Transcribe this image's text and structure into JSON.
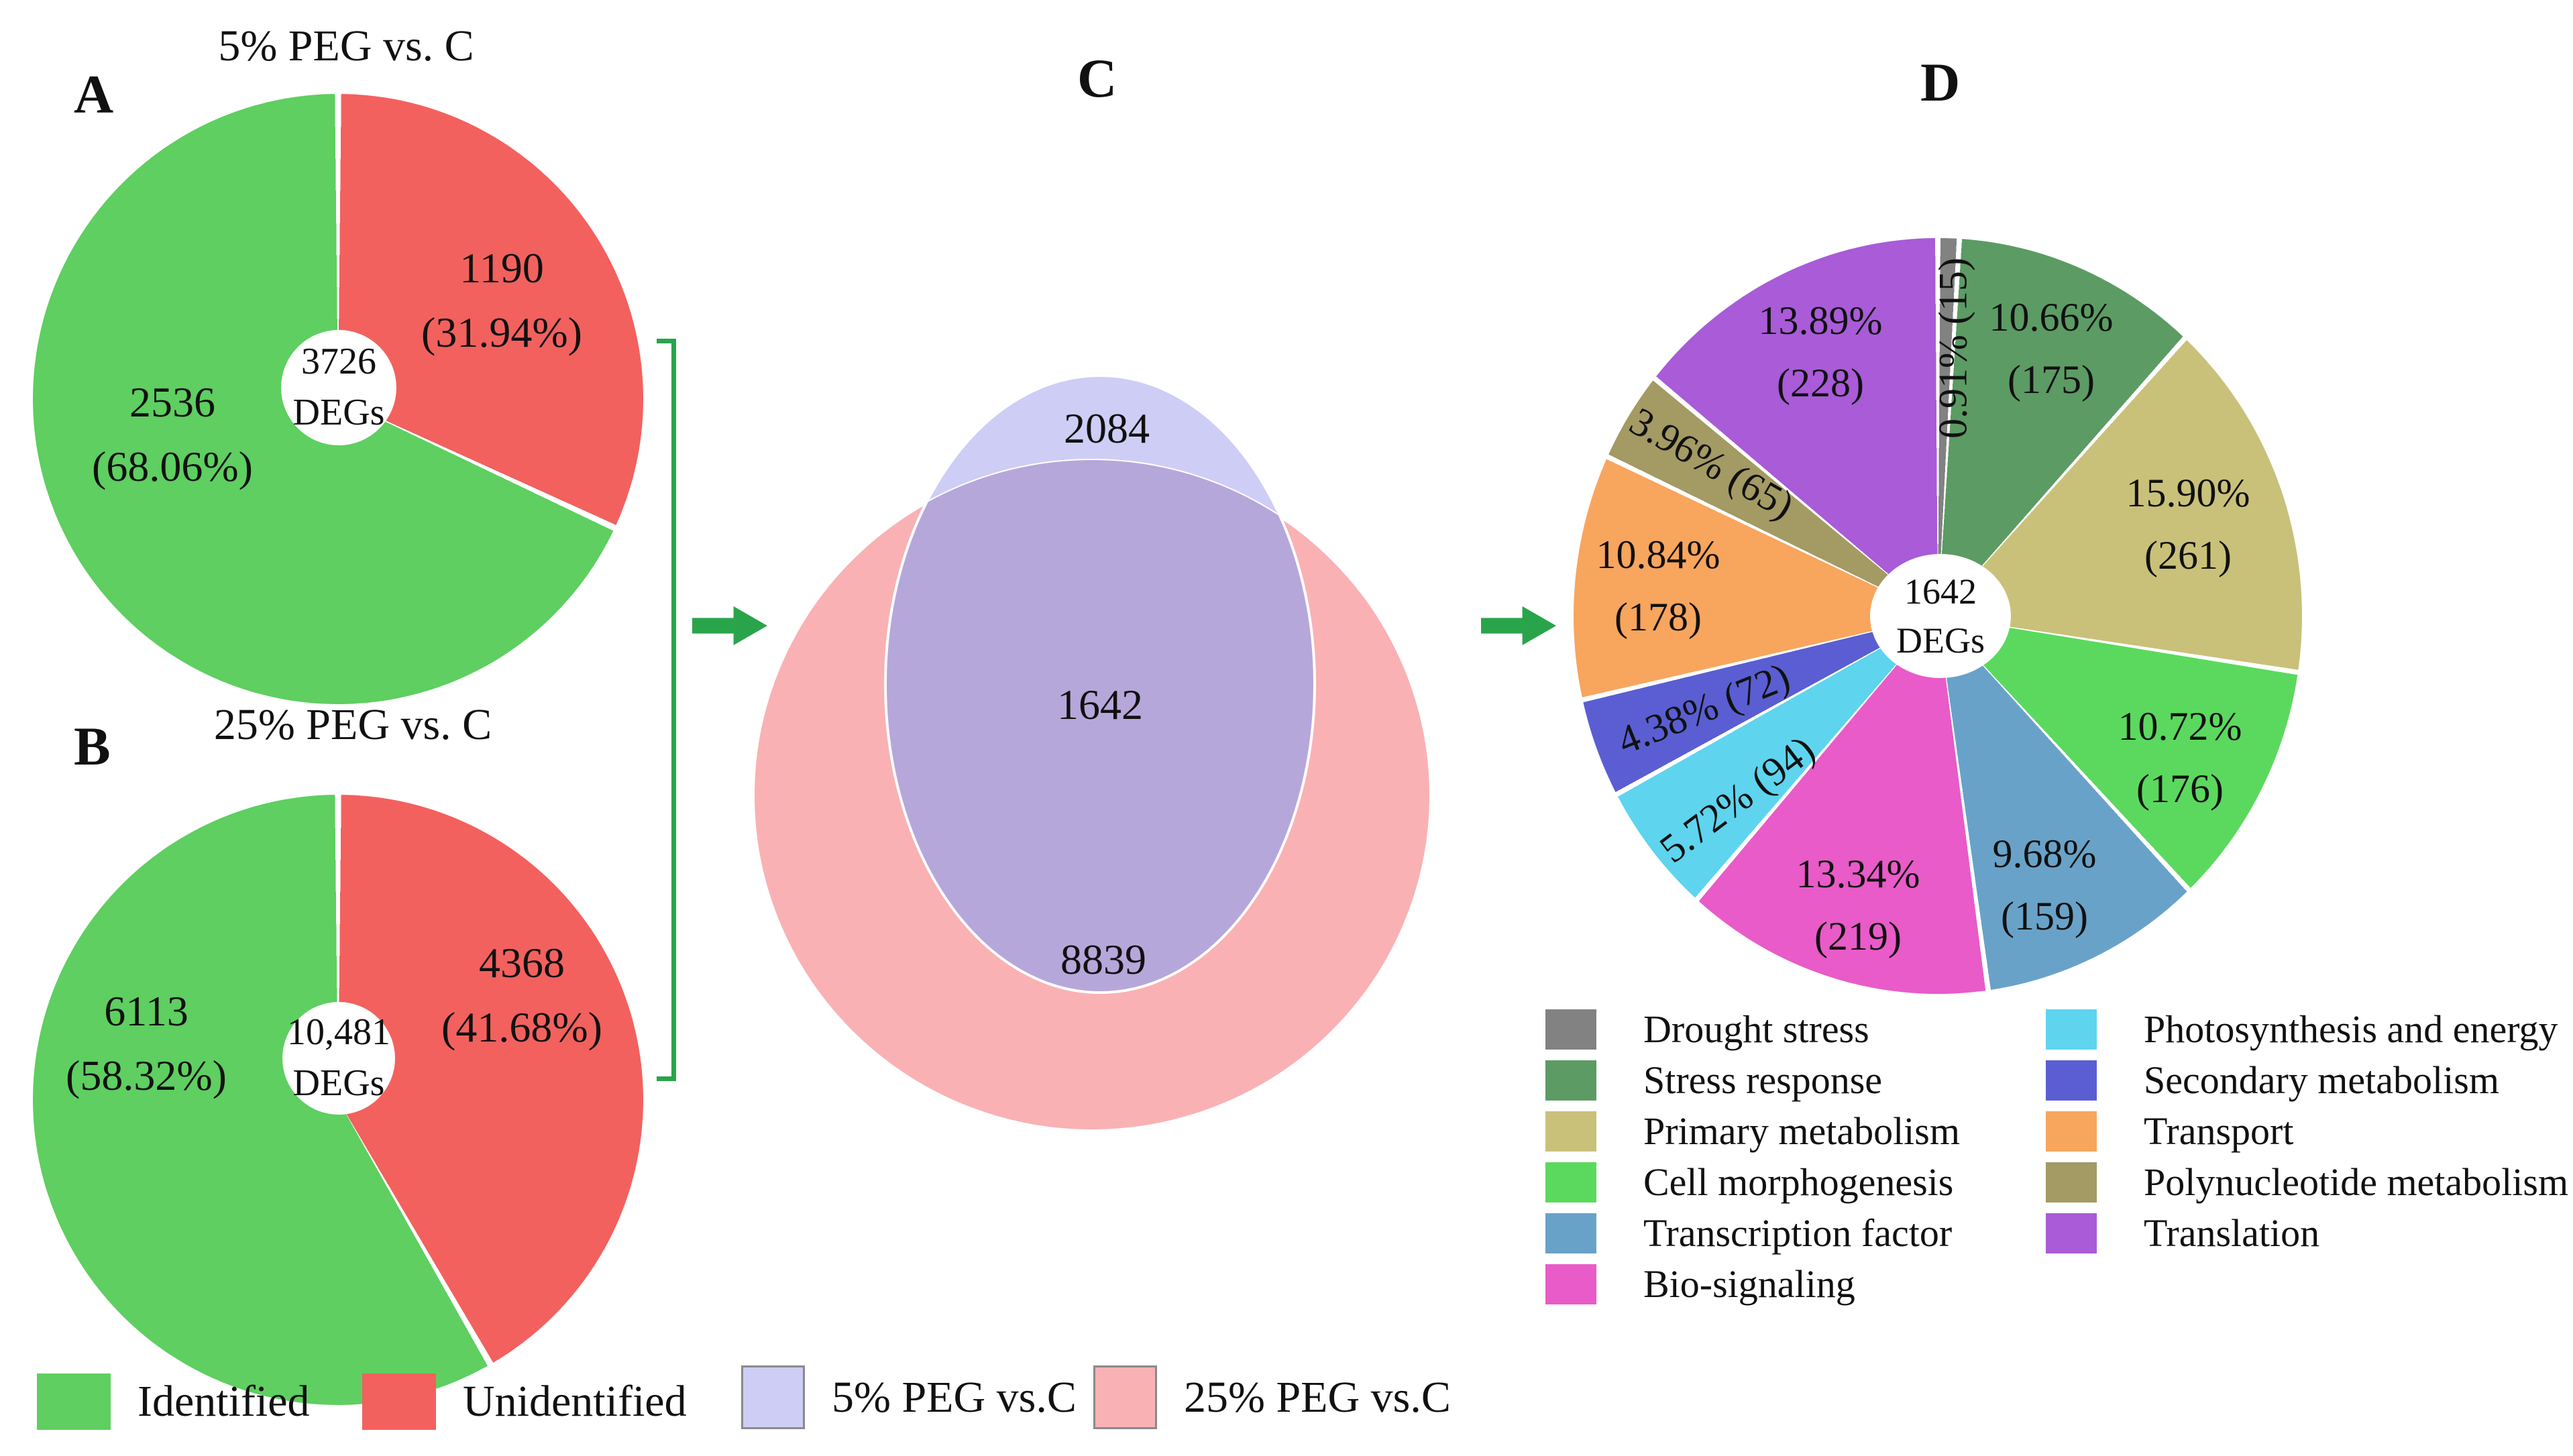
{
  "panel_letters": {
    "a": "A",
    "b": "B",
    "c": "C",
    "d": "D"
  },
  "arrow_color": "#2AA44B",
  "chart_data": [
    {
      "id": "pie-a",
      "type": "pie",
      "panel": "A",
      "title": "5% PEG vs. C",
      "center_label": {
        "line1": "3726",
        "line2": "DEGs"
      },
      "start_angle_deg": 0,
      "direction": "clockwise",
      "gap_deg": 0.6,
      "slices": [
        {
          "name": "Unidentified",
          "count": 1190,
          "pct": 31.94,
          "count_label": "1190",
          "pct_label": "(31.94%)",
          "color": "#F2615E"
        },
        {
          "name": "Identified",
          "count": 2536,
          "pct": 68.06,
          "count_label": "2536",
          "pct_label": "(68.06%)",
          "color": "#5ECF60"
        }
      ]
    },
    {
      "id": "pie-b",
      "type": "pie",
      "panel": "B",
      "title": "25% PEG vs. C",
      "center_label": {
        "line1": "10,481",
        "line2": "DEGs"
      },
      "start_angle_deg": 0,
      "direction": "clockwise",
      "gap_deg": 0.6,
      "slices": [
        {
          "name": "Unidentified",
          "count": 4368,
          "pct": 41.68,
          "count_label": "4368",
          "pct_label": "(41.68%)",
          "color": "#F2615E"
        },
        {
          "name": "Identified",
          "count": 6113,
          "pct": 58.32,
          "count_label": "6113",
          "pct_label": "(58.32%)",
          "color": "#5ECF60"
        }
      ]
    },
    {
      "id": "venn-c",
      "type": "venn",
      "panel": "C",
      "sets": [
        {
          "name": "5% PEG vs.C",
          "unique": 2084,
          "unique_label": "2084",
          "color": "#CDCDF6"
        },
        {
          "name": "25% PEG vs.C",
          "unique": 8839,
          "unique_label": "8839",
          "color": "#F9B1B4"
        }
      ],
      "intersection": {
        "value": 1642,
        "label": "1642",
        "color": "#B6A7DA"
      }
    },
    {
      "id": "pie-d",
      "type": "pie",
      "panel": "D",
      "center_label": {
        "line1": "1642",
        "line2": "DEGs"
      },
      "start_angle_deg": 0,
      "direction": "clockwise",
      "gap_deg": 0.4,
      "slices": [
        {
          "name": "Drought stress",
          "count": 15,
          "pct": 0.91,
          "label": "0.91% (15)",
          "color": "#828282"
        },
        {
          "name": "Stress response",
          "count": 175,
          "pct": 10.66,
          "pct_label": "10.66%",
          "count_label": "(175)",
          "color": "#5C9B64"
        },
        {
          "name": "Primary metabolism",
          "count": 261,
          "pct": 15.9,
          "pct_label": "15.90%",
          "count_label": "(261)",
          "color": "#C9C17A"
        },
        {
          "name": "Cell morphogenesis",
          "count": 176,
          "pct": 10.72,
          "pct_label": "10.72%",
          "count_label": "(176)",
          "color": "#5BD95E"
        },
        {
          "name": "Transcription factor",
          "count": 159,
          "pct": 9.68,
          "pct_label": "9.68%",
          "count_label": "(159)",
          "color": "#69A2C8"
        },
        {
          "name": "Bio-signaling",
          "count": 219,
          "pct": 13.34,
          "pct_label": "13.34%",
          "count_label": "(219)",
          "color": "#E95BC8"
        },
        {
          "name": "Photosynthesis and energy",
          "count": 94,
          "pct": 5.72,
          "label": "5.72% (94)",
          "color": "#5ED4EE"
        },
        {
          "name": "Secondary metabolism",
          "count": 72,
          "pct": 4.38,
          "label": "4.38% (72)",
          "color": "#5A5ED2"
        },
        {
          "name": "Transport",
          "count": 178,
          "pct": 10.84,
          "pct_label": "10.84%",
          "count_label": "(178)",
          "color": "#F8A55E"
        },
        {
          "name": "Polynucleotide metabolism",
          "count": 65,
          "pct": 3.96,
          "label": "3.96% (65)",
          "color": "#A39A64"
        },
        {
          "name": "Translation",
          "count": 228,
          "pct": 13.89,
          "pct_label": "13.89%",
          "count_label": "(228)",
          "color": "#A95BD8"
        }
      ]
    }
  ],
  "bottom_legend": [
    {
      "label": "Identified",
      "color": "#5ECF60",
      "bordered": false
    },
    {
      "label": "Unidentified",
      "color": "#F2615E",
      "bordered": false
    },
    {
      "label": "5% PEG vs.C",
      "color": "#CDCDF6",
      "bordered": true
    },
    {
      "label": "25% PEG vs.C",
      "color": "#F9B1B4",
      "bordered": true
    }
  ]
}
